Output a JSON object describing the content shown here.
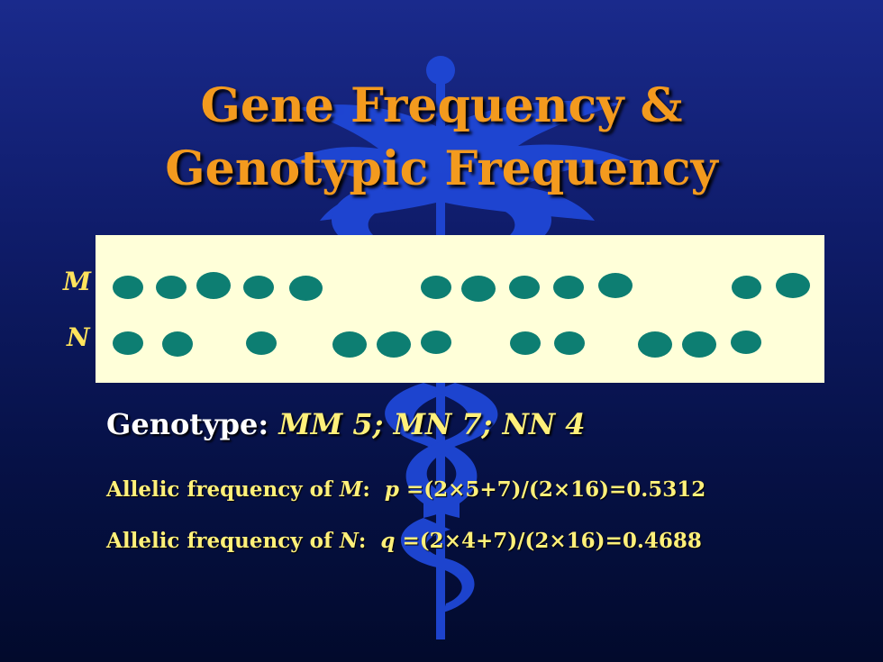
{
  "slide": {
    "title_line1": "Gene Frequency &",
    "title_line2": "Genotypic Frequency"
  },
  "panel": {
    "row_m_label": "M",
    "row_n_label": "N"
  },
  "genotype": {
    "label": "Genotype:",
    "mm": "MM 5;",
    "mn": "MN 7;",
    "nn": "NN 4"
  },
  "allele_m": {
    "prefix": "Allelic frequency of ",
    "allele": "M",
    "sep": ":",
    "symbol": "p",
    "formula": "=(2×5+7)/(2×16)=0.5312"
  },
  "allele_n": {
    "prefix": "Allelic frequency of ",
    "allele": "N",
    "sep": ":",
    "symbol": "q",
    "formula": "=(2×4+7)/(2×16)=0.4688"
  },
  "colors": {
    "title": "#f39a1e",
    "dot": "#0d7e72",
    "panel": "#ffffd9",
    "highlight_text": "#fff07a",
    "caduceus": "#1f47d6"
  },
  "icons": {
    "background_emblem": "caduceus-icon"
  }
}
